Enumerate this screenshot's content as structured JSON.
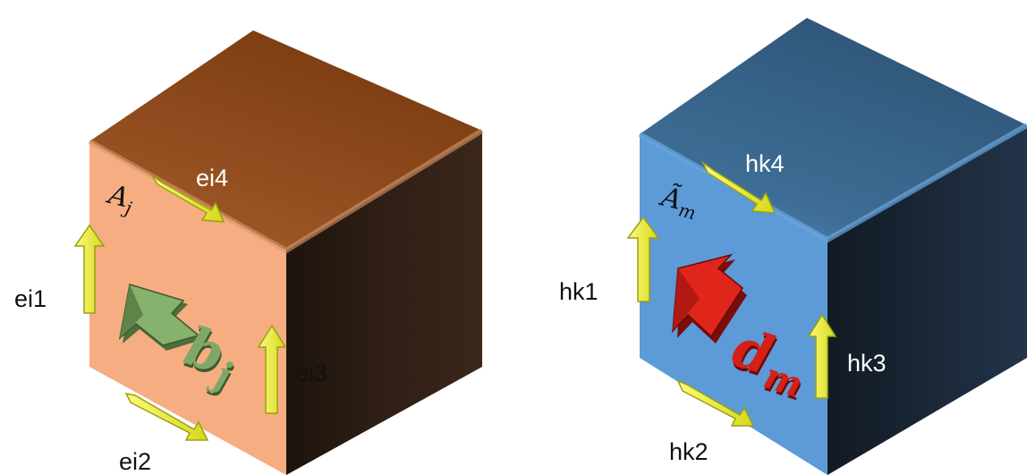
{
  "left_cube": {
    "face_label": "A",
    "face_label_sub": "j",
    "vector_label": "b",
    "vector_label_sub": "j",
    "edges": {
      "e1": "ei1",
      "e2": "ei2",
      "e3": "ei3",
      "e4": "ei4"
    },
    "colors": {
      "front": "#f6ad82",
      "top": "#8e4513",
      "side": "#2a1a12",
      "vector": "#7fa868",
      "edge_arrow": "#f3f33c"
    }
  },
  "right_cube": {
    "face_label": "Ã",
    "face_label_sub": "m",
    "vector_label": "d",
    "vector_label_sub": "m",
    "edges": {
      "e1": "hk1",
      "e2": "hk2",
      "e3": "hk3",
      "e4": "hk4"
    },
    "colors": {
      "front": "#5c9ad8",
      "top": "#3a6589",
      "side": "#17222f",
      "vector": "#d42017",
      "edge_arrow": "#f3f33c"
    }
  }
}
